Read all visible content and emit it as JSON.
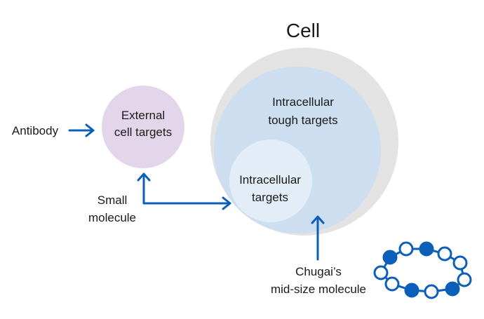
{
  "title": "Cell",
  "regions": {
    "external": {
      "label_line1": "External",
      "label_line2": "cell targets",
      "color": "#e4d6ea"
    },
    "cell": {
      "color": "#e3e3e3"
    },
    "tough": {
      "label_line1": "Intracellular",
      "label_line2": "tough targets",
      "color": "#ccdeef"
    },
    "intracellular": {
      "label_line1": "Intracellular",
      "label_line2": "targets",
      "color": "#e2edf7"
    }
  },
  "modalities": {
    "antibody": {
      "label": "Antibody"
    },
    "small_molecule": {
      "label_line1": "Small",
      "label_line2": "molecule"
    },
    "midsize": {
      "label_line1": "Chugai’s",
      "label_line2": "mid-size molecule"
    }
  },
  "colors": {
    "arrow": "#0b5fb8",
    "bead": "#0b5fb8"
  },
  "molecule_beads": [
    "filled",
    "open",
    "filled",
    "open",
    "open",
    "open",
    "filled",
    "open",
    "filled",
    "open",
    "open"
  ]
}
